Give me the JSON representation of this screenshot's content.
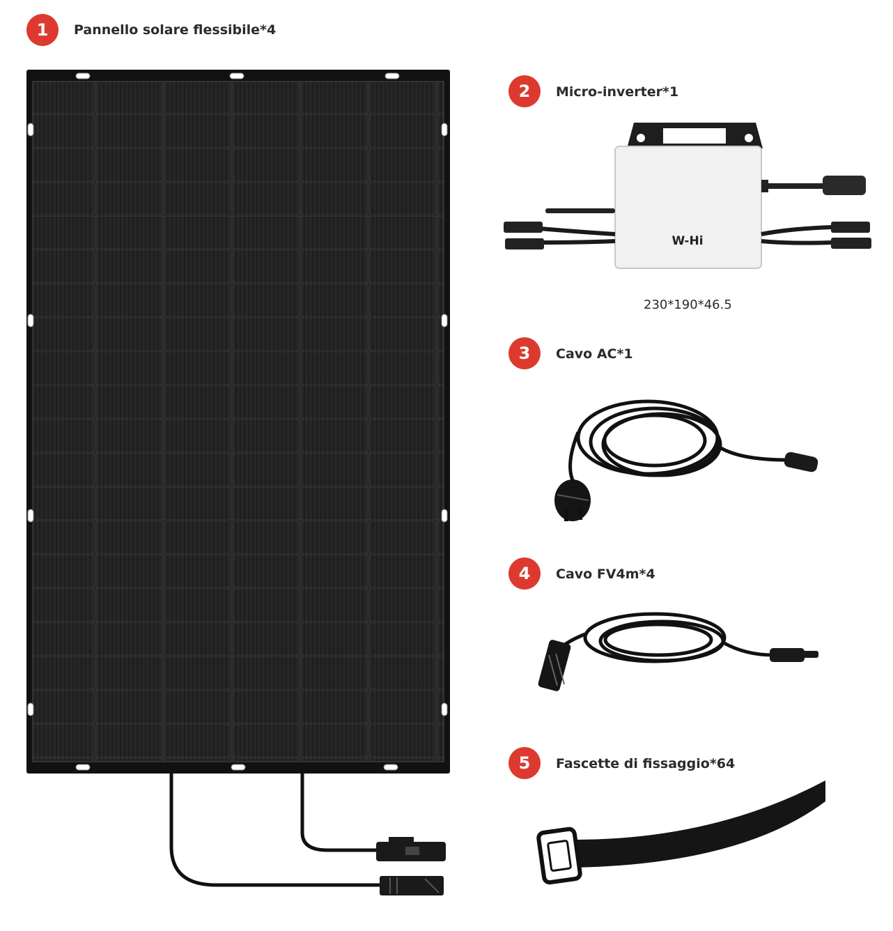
{
  "items": [
    {
      "num": "1",
      "label": "Pannello solare flessibile*4"
    },
    {
      "num": "2",
      "label": "Micro-inverter*1",
      "dimensions": "230*190*46.5"
    },
    {
      "num": "3",
      "label": "Cavo AC*1"
    },
    {
      "num": "4",
      "label": "Cavo FV4m*4"
    },
    {
      "num": "5",
      "label": "Fascette di fissaggio*64"
    }
  ],
  "inverter": {
    "brand": "W-Hi"
  },
  "colors": {
    "badge": "#dd3a2f",
    "panel": "#1c1c1c",
    "inverter": "#f1f1f1"
  },
  "icons": [
    "solar-panel-image",
    "micro-inverter-image",
    "ac-cable-image",
    "pv-cable-image",
    "cable-tie-image"
  ]
}
